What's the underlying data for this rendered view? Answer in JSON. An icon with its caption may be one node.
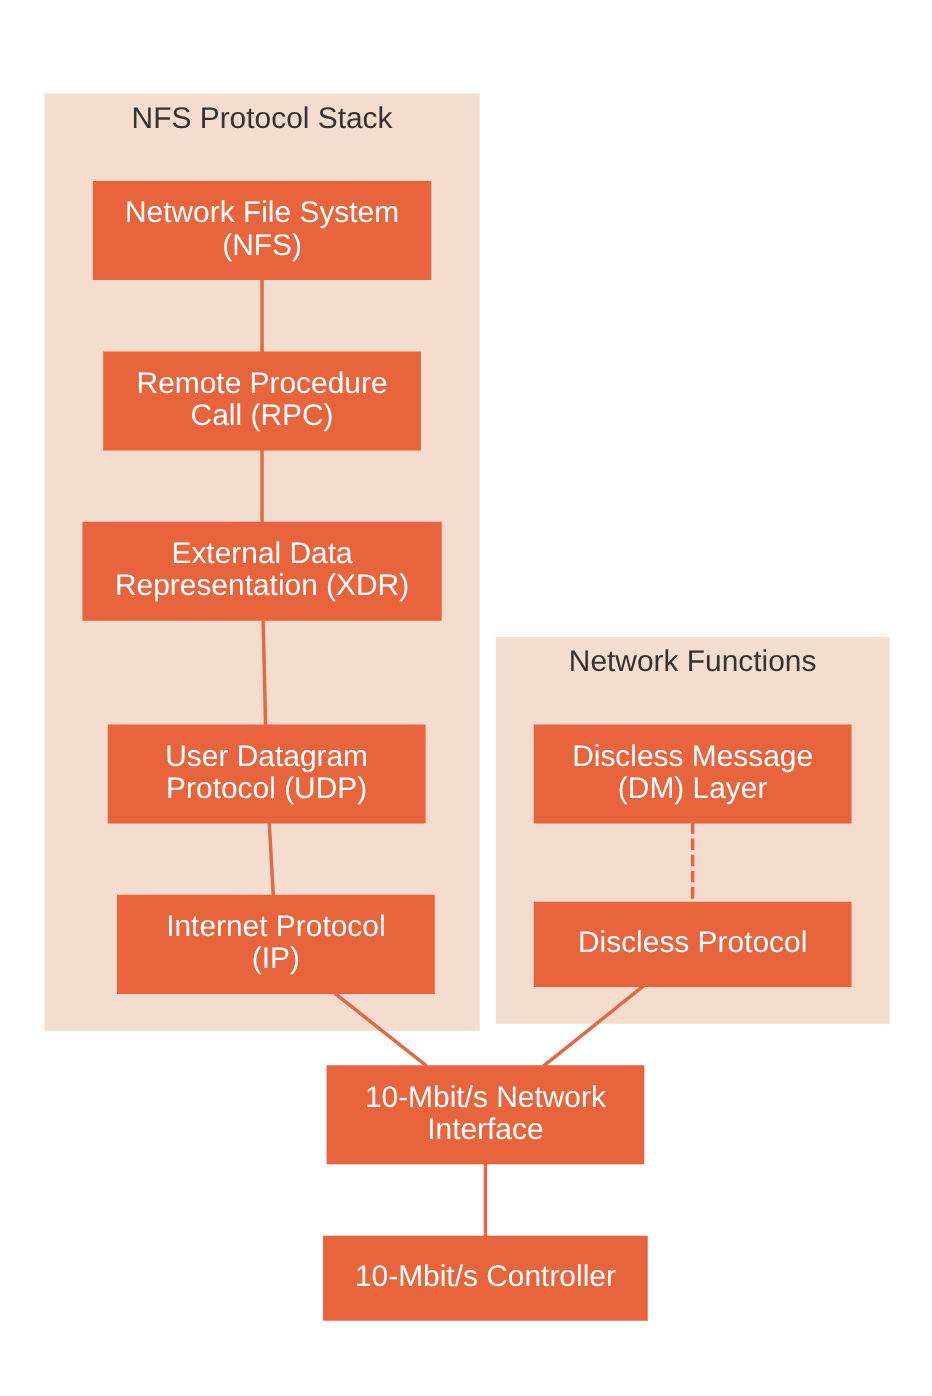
{
  "diagram": {
    "nodes": [
      {
        "text": [
          "NFS Protocol Stack"
        ]
      },
      {
        "text": [
          "Network File System (NFS)"
        ],
        "in": 0
      },
      {
        "text": [
          "Remote Procedure Call (RPC)"
        ],
        "in": 0
      },
      {
        "text": [
          "External Data Representation (XDR)"
        ],
        "in": 0
      },
      {
        "text": [
          "User Datagram Protocol (UDP)"
        ],
        "in": 0
      },
      {
        "text": [
          "Internet Protocol (IP)"
        ],
        "in": 0
      },
      {
        "text": [
          "Network Functions"
        ]
      },
      {
        "text": [
          "Discless Message (DM) Layer"
        ],
        "in": 6
      },
      {
        "text": [
          "Discless Protocol"
        ],
        "in": 6
      },
      {
        "text": [
          "10-Mbit/s Network Interface"
        ]
      },
      {
        "text": [
          "10-Mbit/s Controller"
        ]
      }
    ],
    "edges": [
      {
        "from": 1,
        "to": 2,
        "arrow": "none"
      },
      {
        "from": 2,
        "to": 3,
        "arrow": "none"
      },
      {
        "from": 3,
        "to": 4,
        "arrow": "none"
      },
      {
        "from": 4,
        "to": 5,
        "arrow": "none"
      },
      {
        "from": 7,
        "to": 8,
        "arrow": "none",
        "style": "dashed"
      },
      {
        "from": 5,
        "to": 9,
        "arrow": "none"
      },
      {
        "from": 8,
        "to": 9,
        "arrow": "none"
      },
      {
        "from": 9,
        "to": 10,
        "arrow": "none"
      }
    ]
  }
}
